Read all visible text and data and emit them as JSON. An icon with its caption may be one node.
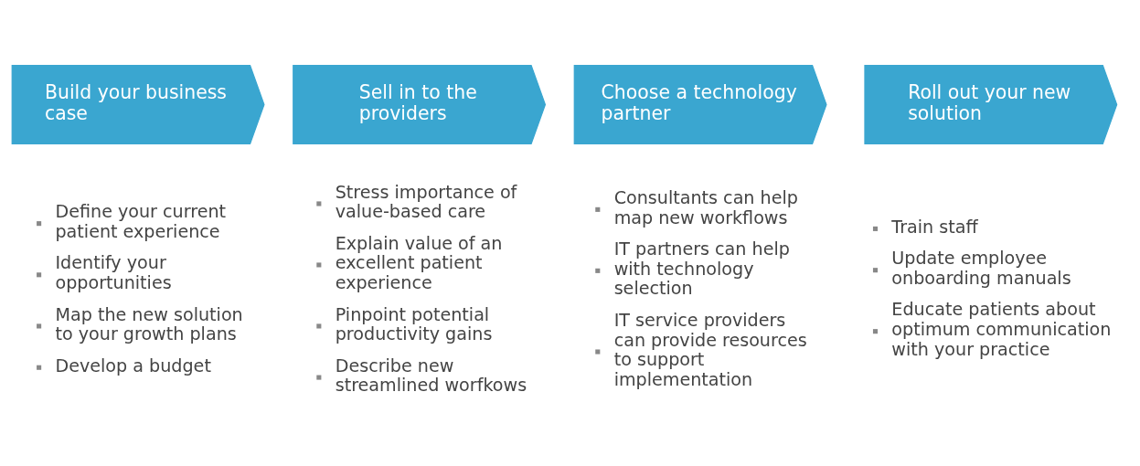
{
  "diagram": {
    "nodes": [
      {
        "text": [
          "Build your business case"
        ],
        "beside": [
          "Define your current patient experience",
          "Identify your opportunities",
          "Map the new solution to your growth plans",
          "Develop a budget"
        ]
      },
      {
        "text": [
          "Sell in to the providers"
        ],
        "beside": [
          "Stress importance of value-based care",
          "Explain value of an excellent patient experience",
          "Pinpoint potential productivity gains",
          "Describe new streamlined worfkows"
        ]
      },
      {
        "text": [
          "Choose a technology partner"
        ],
        "beside": [
          "Consultants can help map new workflows",
          "IT partners can help with technology selection",
          "IT service providers can provide resources to support implementation"
        ]
      },
      {
        "text": [
          "Roll out your new solution"
        ],
        "beside": [
          "Train staff",
          "Update employee onboarding manuals",
          "Educate patients about optimum communication with your practice"
        ]
      }
    ],
    "edges": []
  }
}
